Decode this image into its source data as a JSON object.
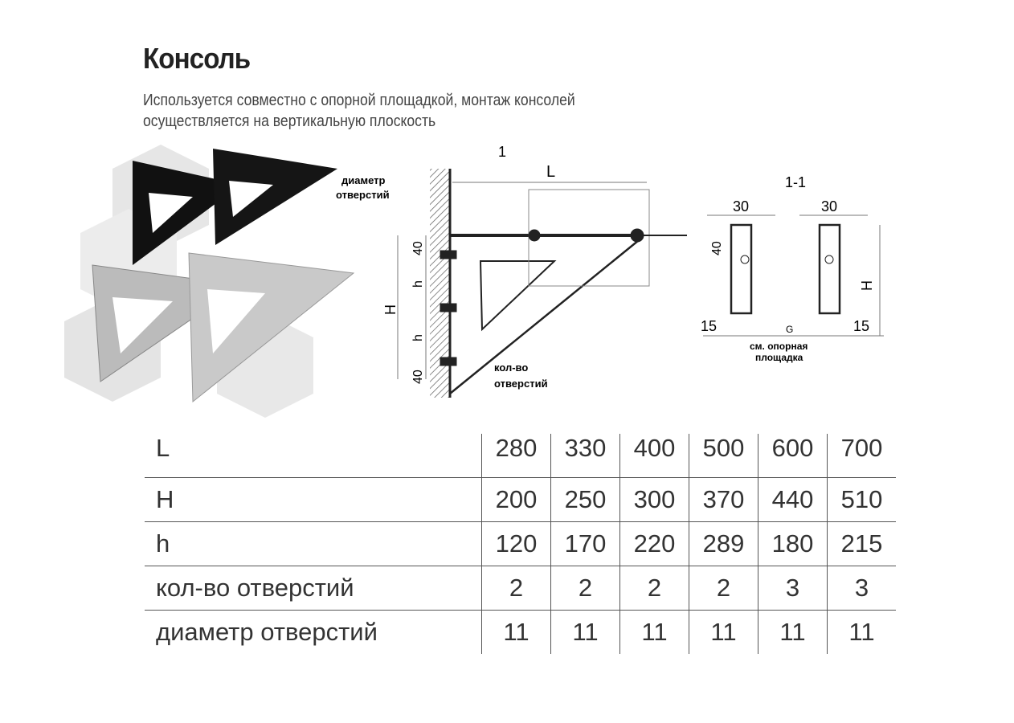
{
  "title": "Консоль",
  "description": [
    "Используется совместно с опорной площадкой, монтаж консолей",
    "осуществляется на вертикальную плоскость"
  ],
  "drawing": {
    "section_mark": "1",
    "L": "L",
    "H": "H",
    "h": "h",
    "dim_40": "40",
    "hole_diameter_label": [
      "диаметр",
      "отверстий"
    ],
    "hole_count_label": [
      "кол-во",
      "отверстий"
    ],
    "section_title": "1-1",
    "dim_30": "30",
    "dim_15": "15",
    "G": "G",
    "support_ref": [
      "см. опорная",
      "площадка"
    ]
  },
  "table": {
    "rows": [
      {
        "label": "L",
        "values": [
          "280",
          "330",
          "400",
          "500",
          "600",
          "700"
        ]
      },
      {
        "label": "H",
        "values": [
          "200",
          "250",
          "300",
          "370",
          "440",
          "510"
        ]
      },
      {
        "label": "h",
        "values": [
          "120",
          "170",
          "220",
          "289",
          "180",
          "215"
        ]
      },
      {
        "label": "кол-во отверстий",
        "values": [
          "2",
          "2",
          "2",
          "2",
          "3",
          "3"
        ]
      },
      {
        "label": "диаметр отверстий",
        "values": [
          "11",
          "11",
          "11",
          "11",
          "11",
          "11"
        ]
      }
    ]
  }
}
